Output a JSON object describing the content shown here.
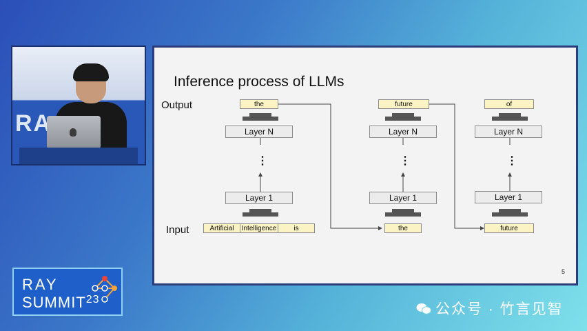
{
  "slide": {
    "title": "Inference process of LLMs",
    "output_label": "Output",
    "input_label": "Input",
    "page_number": "5",
    "columns": [
      {
        "output_token": "the",
        "layer_top": "Layer N",
        "layer_bottom": "Layer 1",
        "input_tokens": [
          "Artificial",
          "Intelligence",
          "is"
        ]
      },
      {
        "output_token": "future",
        "layer_top": "Layer N",
        "layer_bottom": "Layer 1",
        "input_tokens": [
          "the"
        ]
      },
      {
        "output_token": "of",
        "layer_top": "Layer N",
        "layer_bottom": "Layer 1",
        "input_tokens": [
          "future"
        ]
      }
    ],
    "vertical_dots": "⋮"
  },
  "branding": {
    "logo_line1": "RAY",
    "logo_line2": "SUMMIT",
    "logo_year": "23",
    "watermark": "公众号 · 竹言见智"
  },
  "colors": {
    "token_fill": "#fbf3c4",
    "layer_fill": "#ececec",
    "arrow": "#444444",
    "brand_blue": "#1f5fc9"
  }
}
